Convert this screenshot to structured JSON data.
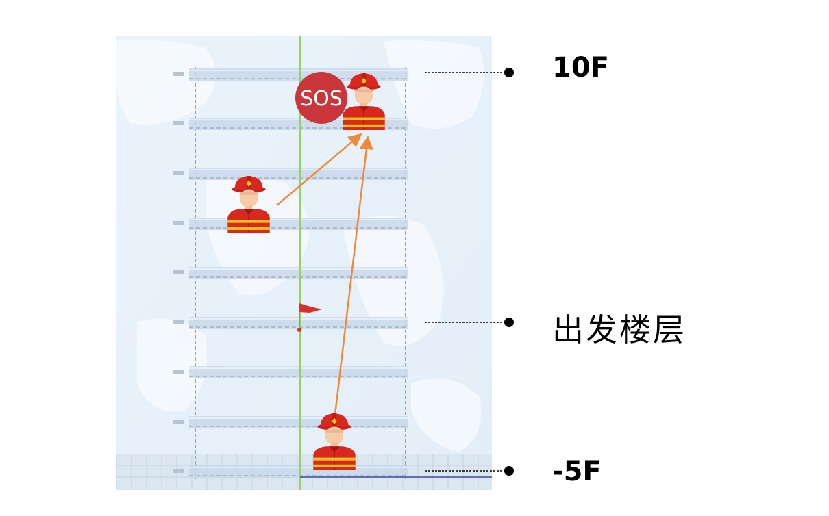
{
  "labels": {
    "top_floor": "10F",
    "start_floor": "出发楼层",
    "bottom_floor": "-5F"
  },
  "sos_badge": {
    "text": "SOS",
    "color": "#c9373d"
  },
  "icons": {
    "firefighter": "firefighter-icon",
    "flag": "flag-icon"
  },
  "colors": {
    "arrow": "#ee8a3c",
    "center_line": "#8fd36a",
    "firefighter_red": "#d8281f",
    "helmet_yellow": "#f6c21c",
    "floor_slab": "#c9d8ea"
  }
}
